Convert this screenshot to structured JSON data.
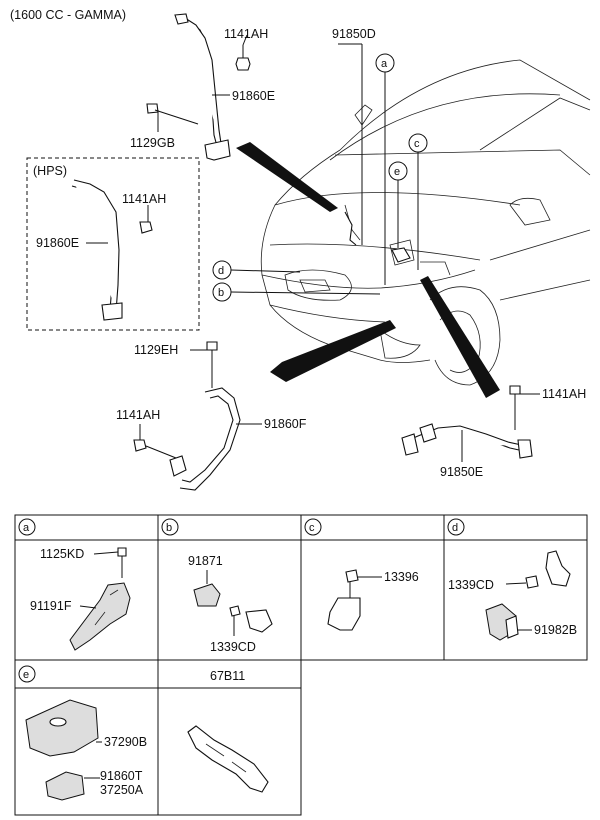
{
  "header": {
    "engine_note": "(1600 CC - GAMMA)"
  },
  "hps_box": {
    "title": "(HPS)"
  },
  "callouts": {
    "a": "a",
    "b": "b",
    "c": "c",
    "d": "d",
    "e": "e"
  },
  "main_labels": {
    "n1141ah_top": "1141AH",
    "n91860e_top": "91860E",
    "n1129gb": "1129GB",
    "n1141ah_hps": "1141AH",
    "n91860e_hps": "91860E",
    "n91850d": "91850D",
    "n1129eh": "1129EH",
    "n1141ah_mid": "1141AH",
    "n91860f": "91860F",
    "n1141ah_right": "1141AH",
    "n91850e": "91850E"
  },
  "detail_panels": {
    "a": {
      "tag": "a",
      "labels": [
        "1125KD",
        "91191F"
      ]
    },
    "b": {
      "tag": "b",
      "labels": [
        "91871",
        "1339CD"
      ]
    },
    "c": {
      "tag": "c",
      "labels": [
        "13396"
      ]
    },
    "d": {
      "tag": "d",
      "labels": [
        "1339CD",
        "91982B"
      ]
    },
    "e": {
      "tag": "e",
      "labels": [
        "37290B",
        "91860T",
        "37250A"
      ]
    },
    "f": {
      "title": "67B11"
    }
  }
}
